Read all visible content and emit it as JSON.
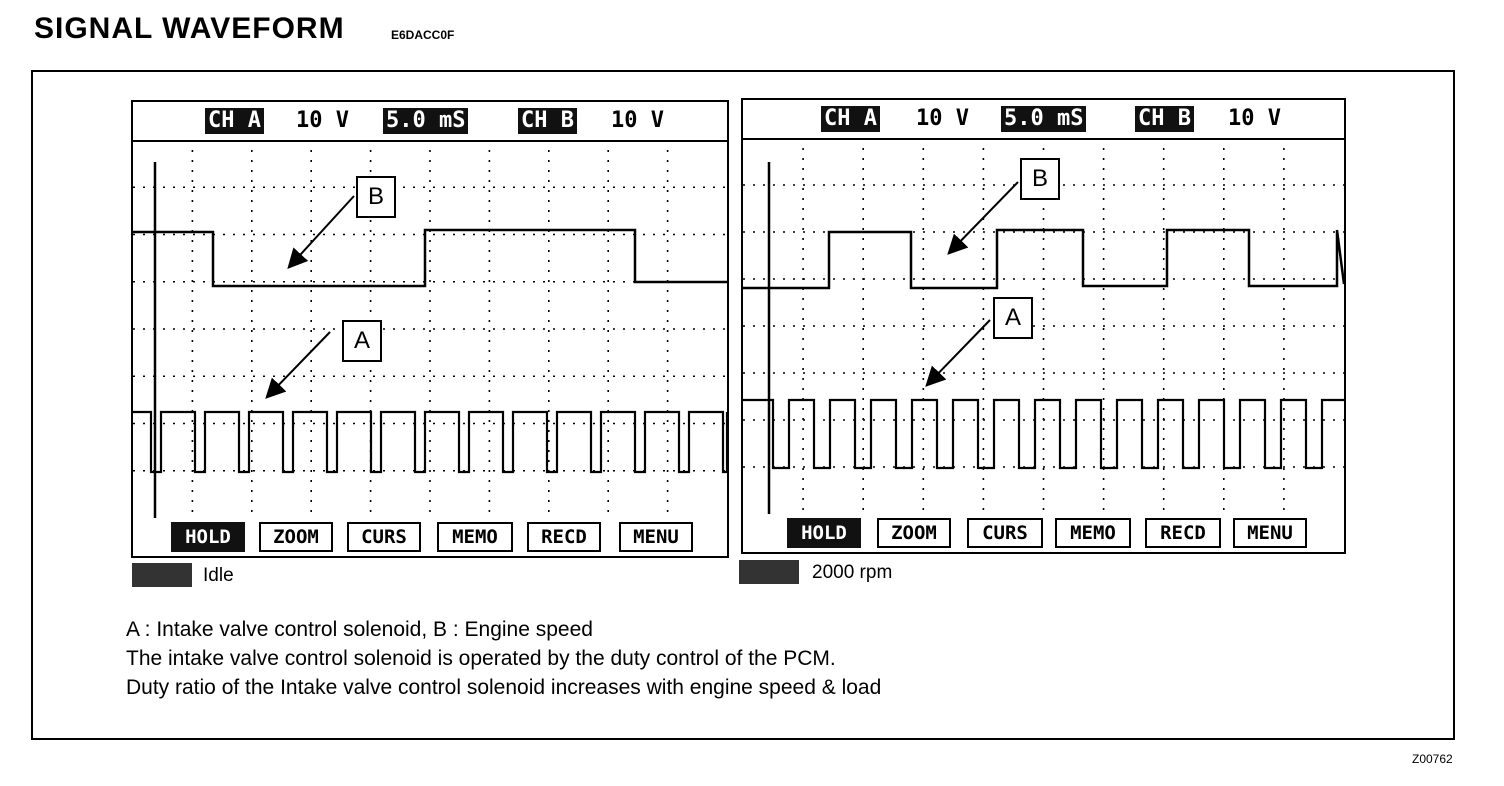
{
  "header": {
    "title": "SIGNAL WAVEFORM",
    "code": "E6DACC0F"
  },
  "scopes": [
    {
      "ch_a": "CH A",
      "volt_a": "10 V",
      "time": "5.0 mS",
      "ch_b": "CH B",
      "volt_b": "10 V",
      "label_b": "B",
      "label_a": "A",
      "buttons": [
        "HOLD",
        "ZOOM",
        "CURS",
        "MEMO",
        "RECD",
        "MENU"
      ],
      "condition": "Idle"
    },
    {
      "ch_a": "CH A",
      "volt_a": "10 V",
      "time": "5.0 mS",
      "ch_b": "CH B",
      "volt_b": "10 V",
      "label_b": "B",
      "label_a": "A",
      "buttons": [
        "HOLD",
        "ZOOM",
        "CURS",
        "MEMO",
        "RECD",
        "MENU"
      ],
      "condition": "2000 rpm"
    }
  ],
  "description": {
    "line1": "A : Intake valve control solenoid, B : Engine speed",
    "line2": "The intake valve control solenoid is operated by the duty control of the PCM.",
    "line3": "Duty ratio of the Intake valve control solenoid increases with engine speed & load"
  },
  "figure_code": "Z00762"
}
